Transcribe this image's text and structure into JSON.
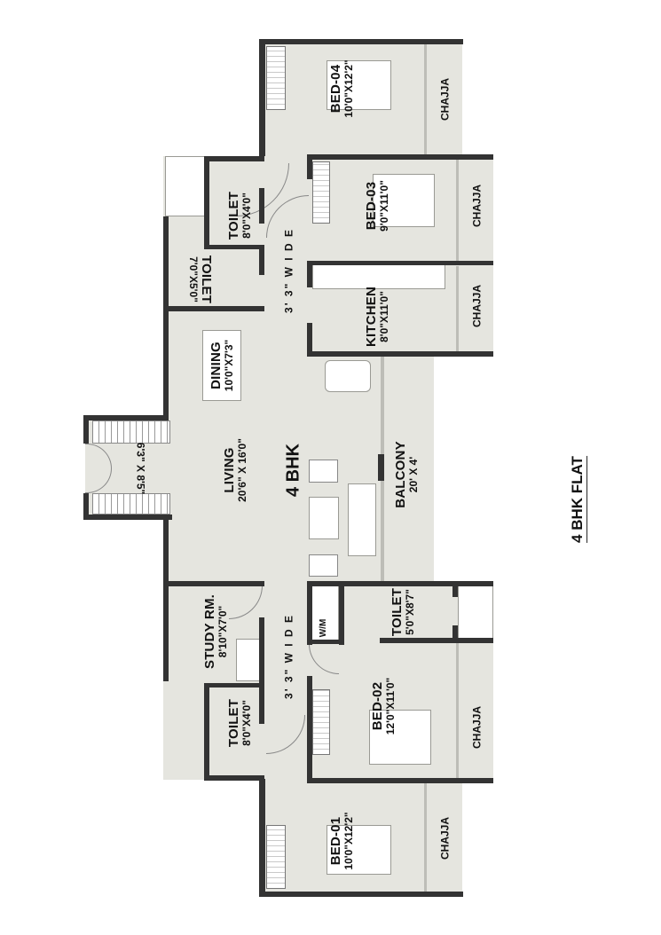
{
  "title": "4 BHK FLAT",
  "center_label": "4 BHK",
  "colors": {
    "floor": "#e5e5df",
    "wall": "#333333",
    "background": "#ffffff",
    "text": "#111111"
  },
  "rooms": {
    "bed04": {
      "name": "BED-04",
      "size": "10'0\"X12'2\""
    },
    "bed03": {
      "name": "BED-03",
      "size": "9'0\"X11'0\""
    },
    "kitchen": {
      "name": "KITCHEN",
      "size": "8'0\"X11'0\""
    },
    "toilet_top": {
      "name": "TOILET",
      "size": "8'0\"X4'0\""
    },
    "toilet_common": {
      "name": "TOILET",
      "size": "7'0\"X5'0\""
    },
    "dining": {
      "name": "DINING",
      "size": "10'0\"X7'3\""
    },
    "living": {
      "name": "LIVING",
      "size": "20'6\" X 16'0\""
    },
    "foyer": {
      "size": "6'3\" X 8'5\""
    },
    "balcony": {
      "name": "BALCONY",
      "size": "20' X 4'"
    },
    "study": {
      "name": "STUDY RM.",
      "size": "8'10\"X7'0\""
    },
    "toilet_bottom": {
      "name": "TOILET",
      "size": "8'0\"X4'0\""
    },
    "toilet_bed02": {
      "name": "TOILET",
      "size": "5'0\"X8'7\""
    },
    "wm": {
      "name": "W/M"
    },
    "bed02": {
      "name": "BED-02",
      "size": "12'0\"X11'0\""
    },
    "bed01": {
      "name": "BED-01",
      "size": "10'0\"X12'2\""
    }
  },
  "corridors": {
    "top": "3' 3\" W I D E",
    "bottom": "3' 3\" W I D E"
  },
  "chajjas": [
    "CHAJJA",
    "CHAJJA",
    "CHAJJA",
    "CHAJJA",
    "CHAJJA"
  ]
}
